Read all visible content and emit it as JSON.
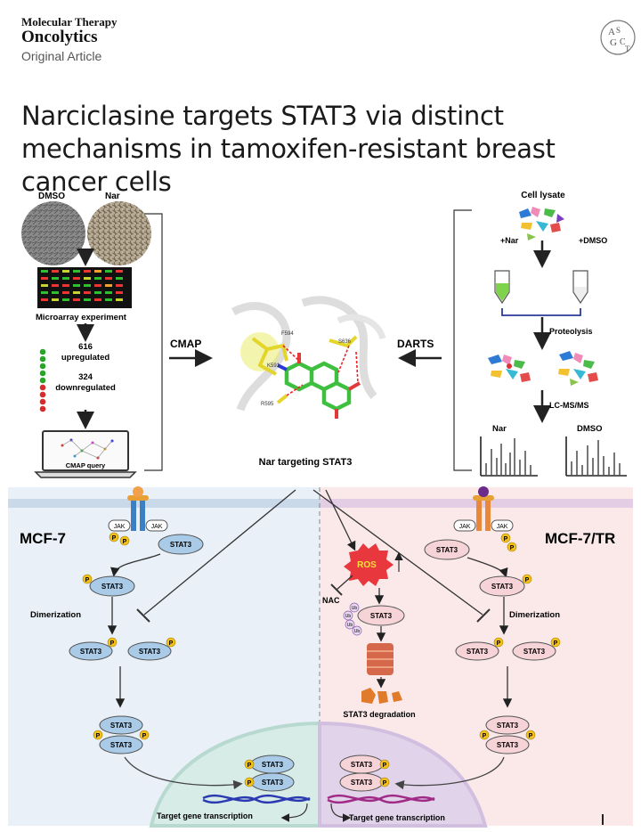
{
  "header": {
    "journal_line1": "Molecular Therapy",
    "journal_line2": "Oncolytics",
    "article_type": "Original Article",
    "logo_text": "ASGCT"
  },
  "title": "Narciclasine targets STAT3 via distinct mechanisms in tamoxifen-resistant breast cancer cells",
  "left_panel": {
    "dmso": "DMSO",
    "nar": "Nar",
    "microarray": "Microarray experiment",
    "up_count": "616",
    "up_label": "upregulated",
    "down_count": "324",
    "down_label": "downregulated",
    "cmap_query": "CMAP query"
  },
  "middle": {
    "cmap": "CMAP",
    "darts": "DARTS",
    "caption": "Nar targeting STAT3",
    "residues": [
      "F594",
      "S636",
      "K591",
      "R595"
    ]
  },
  "right_panel": {
    "cell_lysate": "Cell lysate",
    "plus_nar": "+Nar",
    "plus_dmso": "+DMSO",
    "proteolysis": "Proteolysis",
    "lcms": "LC-MS/MS",
    "nar": "Nar",
    "dmso": "DMSO"
  },
  "bottom": {
    "mcf7": "MCF-7",
    "mcf7tr": "MCF-7/TR",
    "jak": "JAK",
    "stat3": "STAT3",
    "p": "P",
    "ub": "Ub",
    "dimerization": "Dimerization",
    "ros": "ROS",
    "nac": "NAC",
    "degradation": "STAT3 degradation",
    "transcription": "Target gene transcription"
  },
  "colors": {
    "left_bg": "#e9f0f7",
    "right_bg": "#fbe9ea",
    "blue_stat": "#a9cbe8",
    "pink_stat": "#f6d3d6",
    "phospho": "#f3c01c",
    "ros": "#e8383d"
  }
}
